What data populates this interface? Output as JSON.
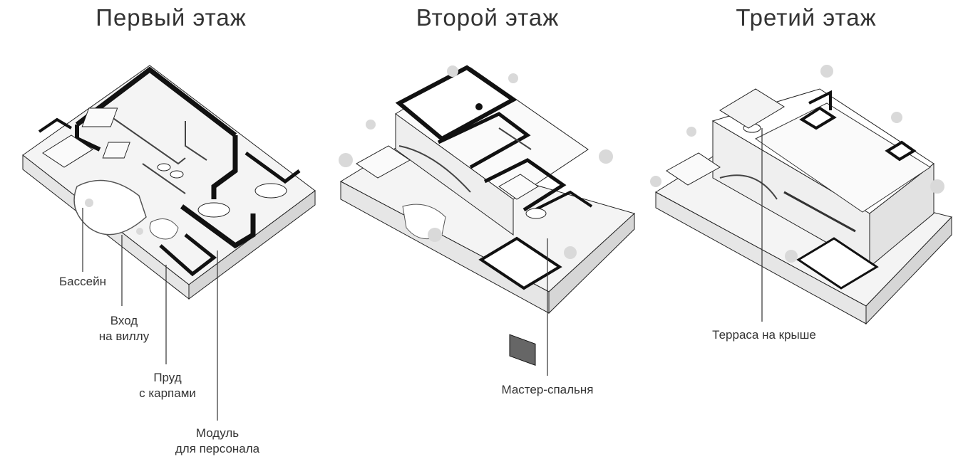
{
  "floors": [
    {
      "title": "Первый этаж"
    },
    {
      "title": "Второй этаж"
    },
    {
      "title": "Третий этаж"
    }
  ],
  "callouts": {
    "pool": "Бассейн",
    "entrance_1": "Вход",
    "entrance_2": "на виллу",
    "pond_1": "Пруд",
    "pond_2": "с карпами",
    "staff_1": "Модуль",
    "staff_2": "для персонала",
    "master": "Мастер-спальня",
    "terrace": "Терраса на крыше"
  },
  "colors": {
    "text": "#333333",
    "wall": "#111111",
    "floor": "#f4f4f4",
    "plant": "#d9d9d9"
  }
}
